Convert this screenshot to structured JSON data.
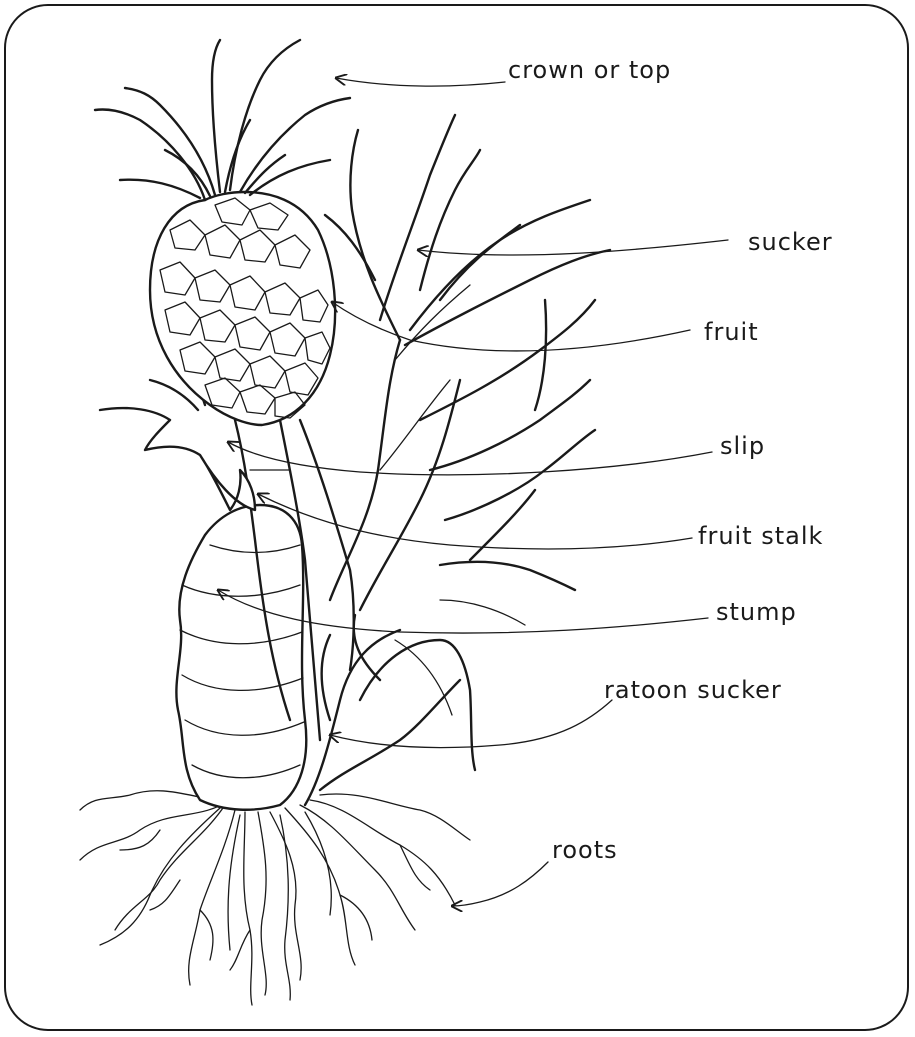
{
  "labels": {
    "crown": "crown or top",
    "sucker": "sucker",
    "fruit": "fruit",
    "slip": "slip",
    "fruit_stalk": "fruit stalk",
    "stump": "stump",
    "ratoon_sucker": "ratoon sucker",
    "roots": "roots"
  },
  "colors": {
    "ink": "#1a1a1a",
    "background": "#ffffff"
  }
}
